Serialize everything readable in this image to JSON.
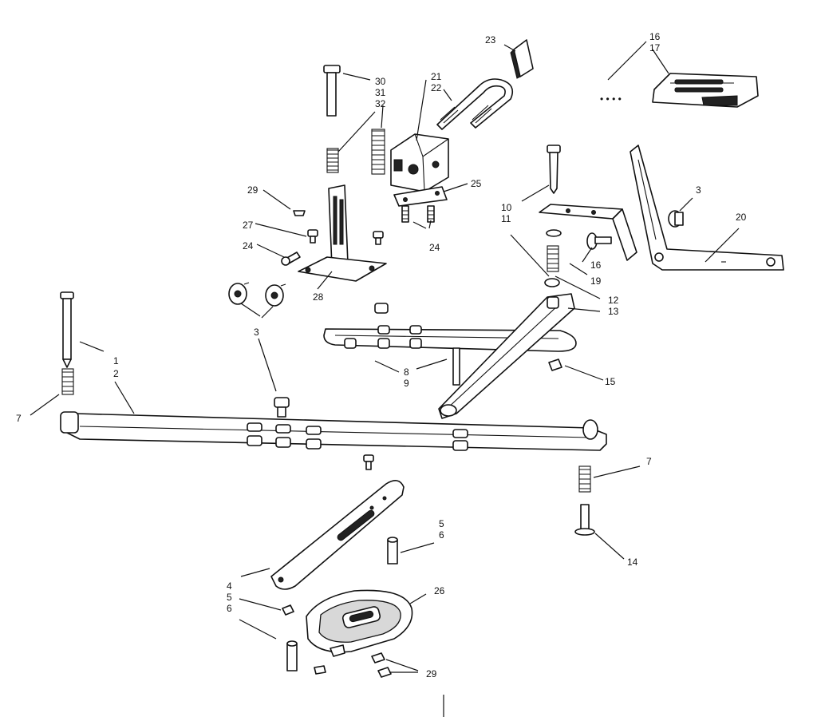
{
  "callouts": {
    "c1": "1",
    "c2": "2",
    "c3a": "3",
    "c3b": "3",
    "c4": "4",
    "c5a": "5",
    "c6a": "6",
    "c5b": "5",
    "c6b": "6",
    "c7a": "7",
    "c7b": "7",
    "c8": "8",
    "c9": "9",
    "c10": "10",
    "c11": "11",
    "c12": "12",
    "c13": "13",
    "c14": "14",
    "c15": "15",
    "c16a": "16",
    "c16b": "16",
    "c17": "17",
    "c19": "19",
    "c20": "20",
    "c21": "21",
    "c22": "22",
    "c23": "23",
    "c24a": "24",
    "c24b": "24",
    "c25": "25",
    "c26": "26",
    "c27": "27",
    "c28": "28",
    "c29a": "29",
    "c29b": "29",
    "c30": "30",
    "c31": "31",
    "c32": "32"
  }
}
